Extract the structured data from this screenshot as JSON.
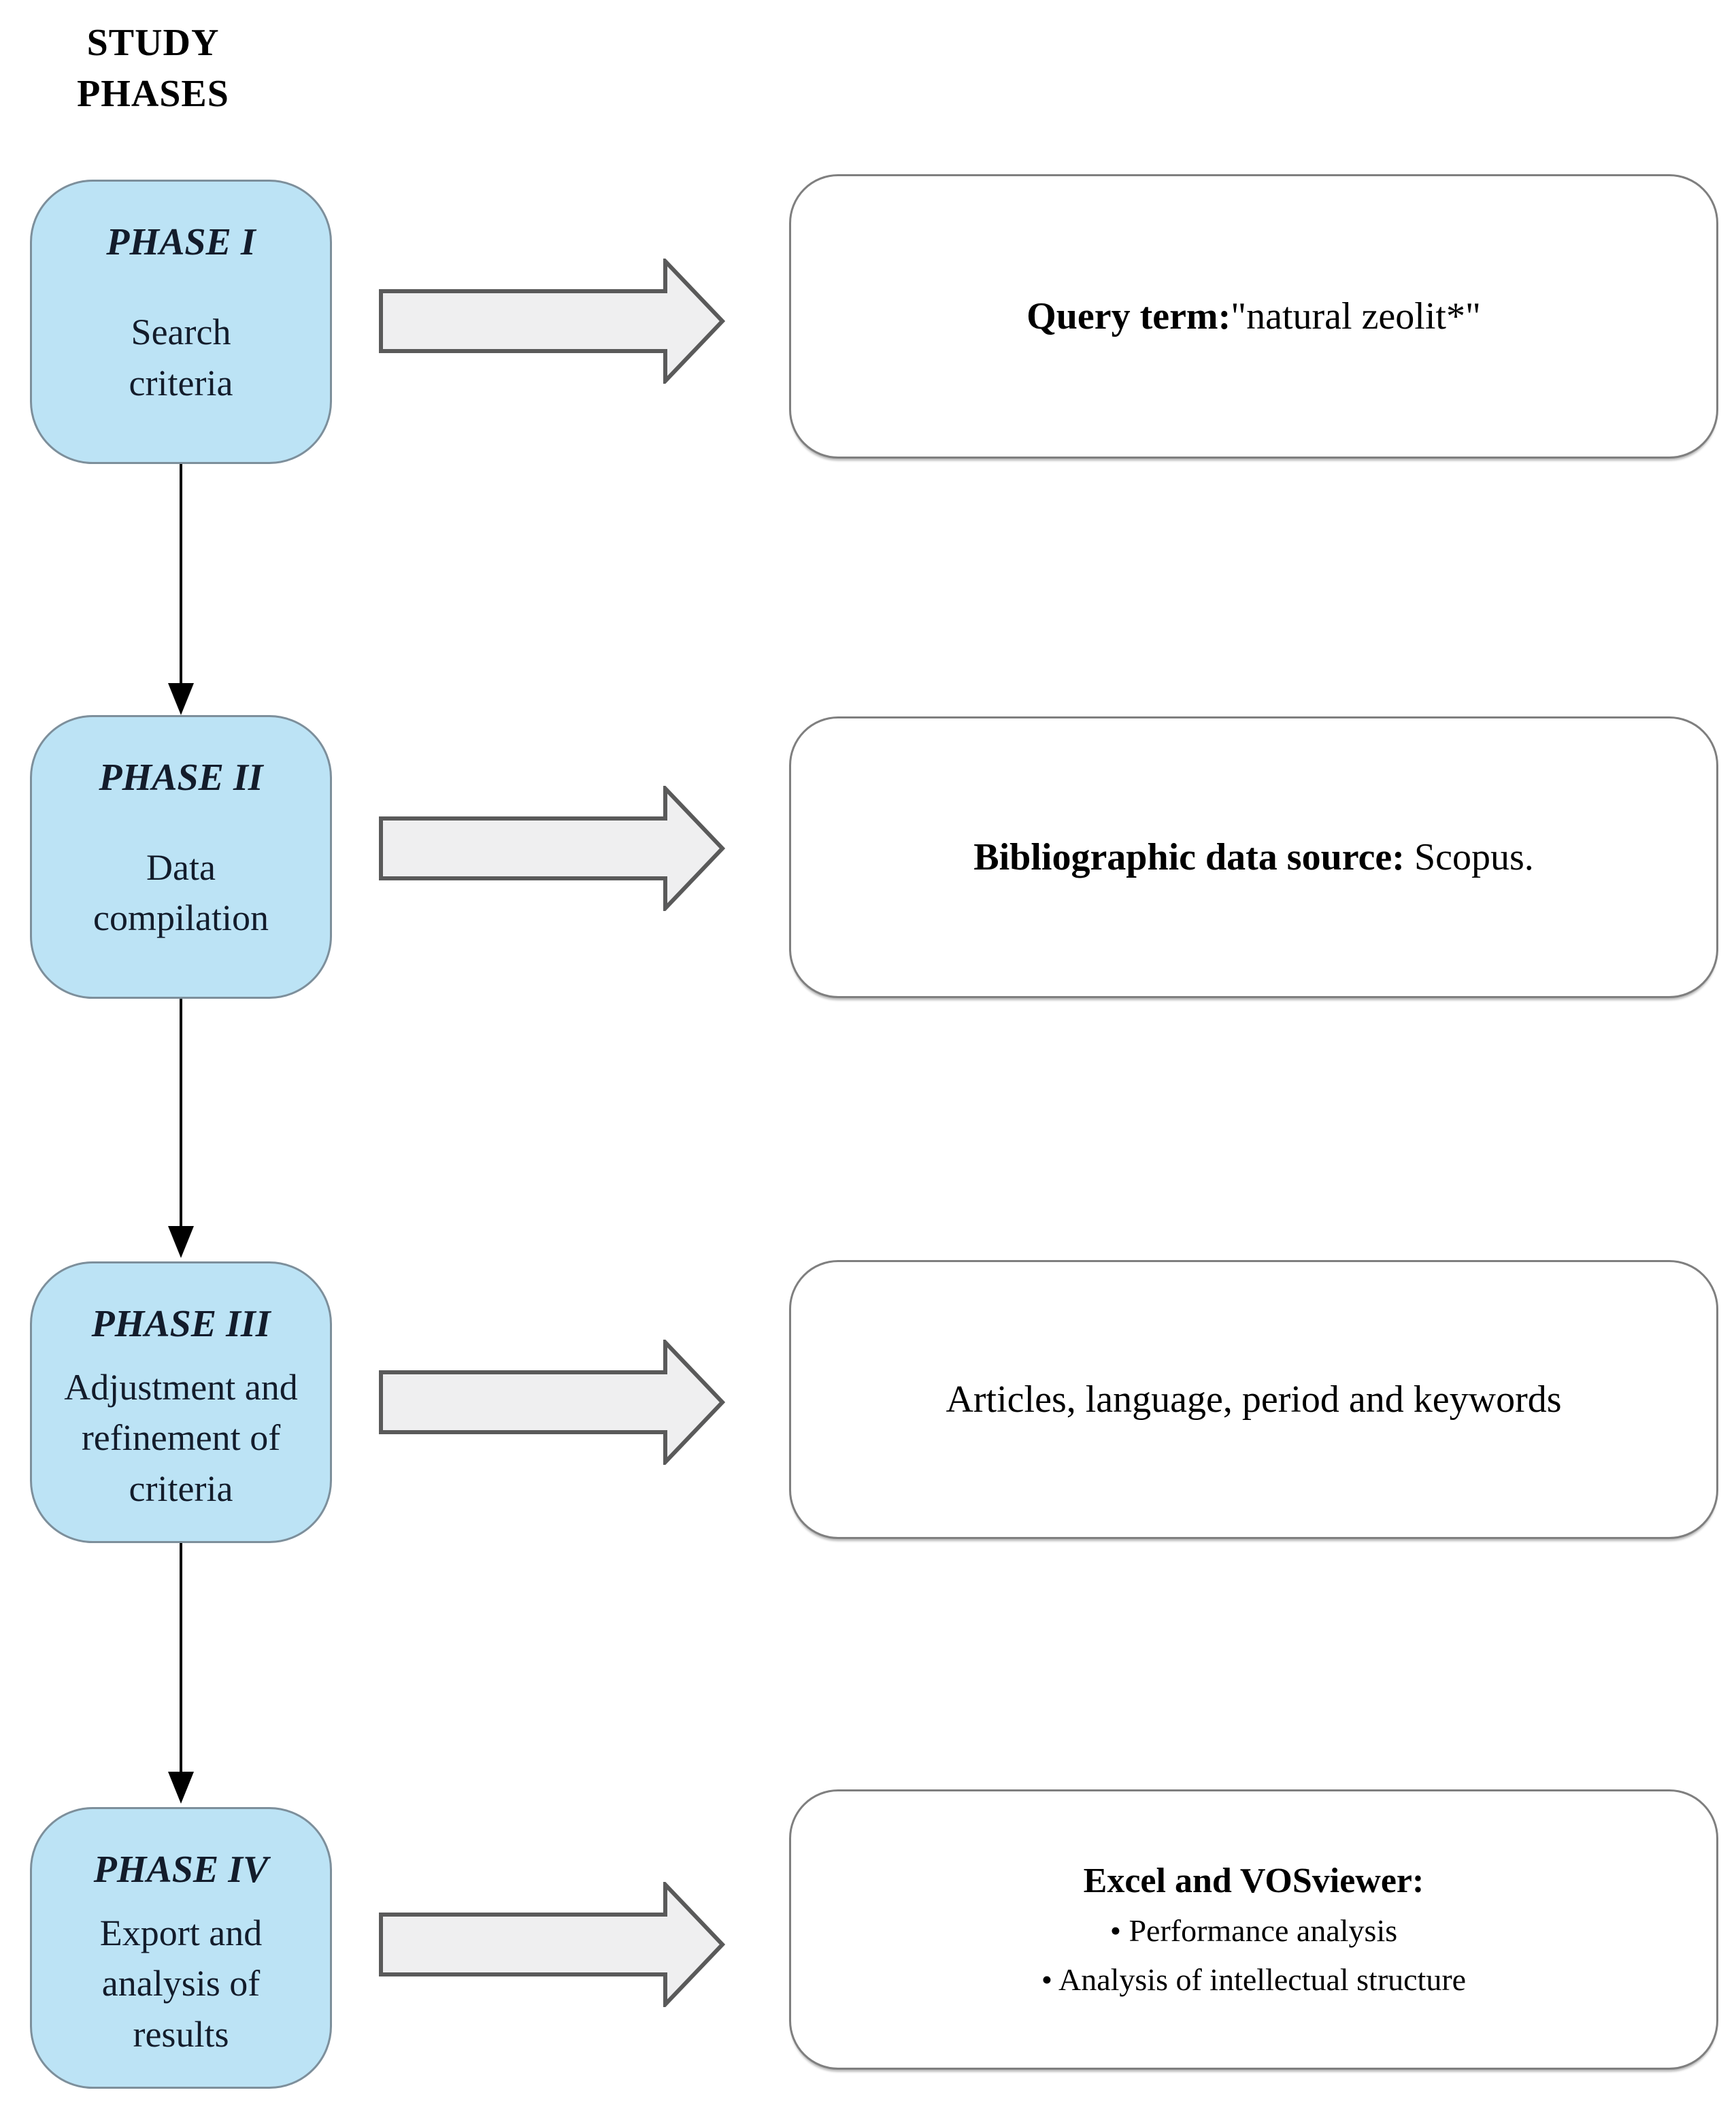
{
  "header": {
    "title": "STUDY\nPHASES"
  },
  "phases": [
    {
      "label": "PHASE I",
      "description": "Search\ncriteria"
    },
    {
      "label": "PHASE II",
      "description": "Data\ncompilation"
    },
    {
      "label": "PHASE III",
      "description": "Adjustment and\nrefinement of\ncriteria"
    },
    {
      "label": "PHASE IV",
      "description": "Export and\nanalysis of\nresults"
    }
  ],
  "outputs": [
    {
      "emphasis": "Query term:",
      "text": "\"natural zeolit*\""
    },
    {
      "emphasis": "Bibliographic data source:",
      "text": " Scopus."
    },
    {
      "emphasis": "",
      "text": "Articles, language, period and keywords"
    },
    {
      "emphasis": "Excel and VOSviewer:",
      "bullets": "• Performance analysis\n• Analysis of intellectual structure"
    }
  ],
  "colors": {
    "phase-fill": "#bce3f5",
    "phase-border": "#7d8f9b",
    "phase-text": "#131c2b",
    "info-border": "#7f7f7f",
    "info-text": "#000000",
    "arrow-fill": "#efeff0",
    "arrow-stroke": "#5a5a5a",
    "connector": "#000000",
    "background": "#ffffff"
  }
}
